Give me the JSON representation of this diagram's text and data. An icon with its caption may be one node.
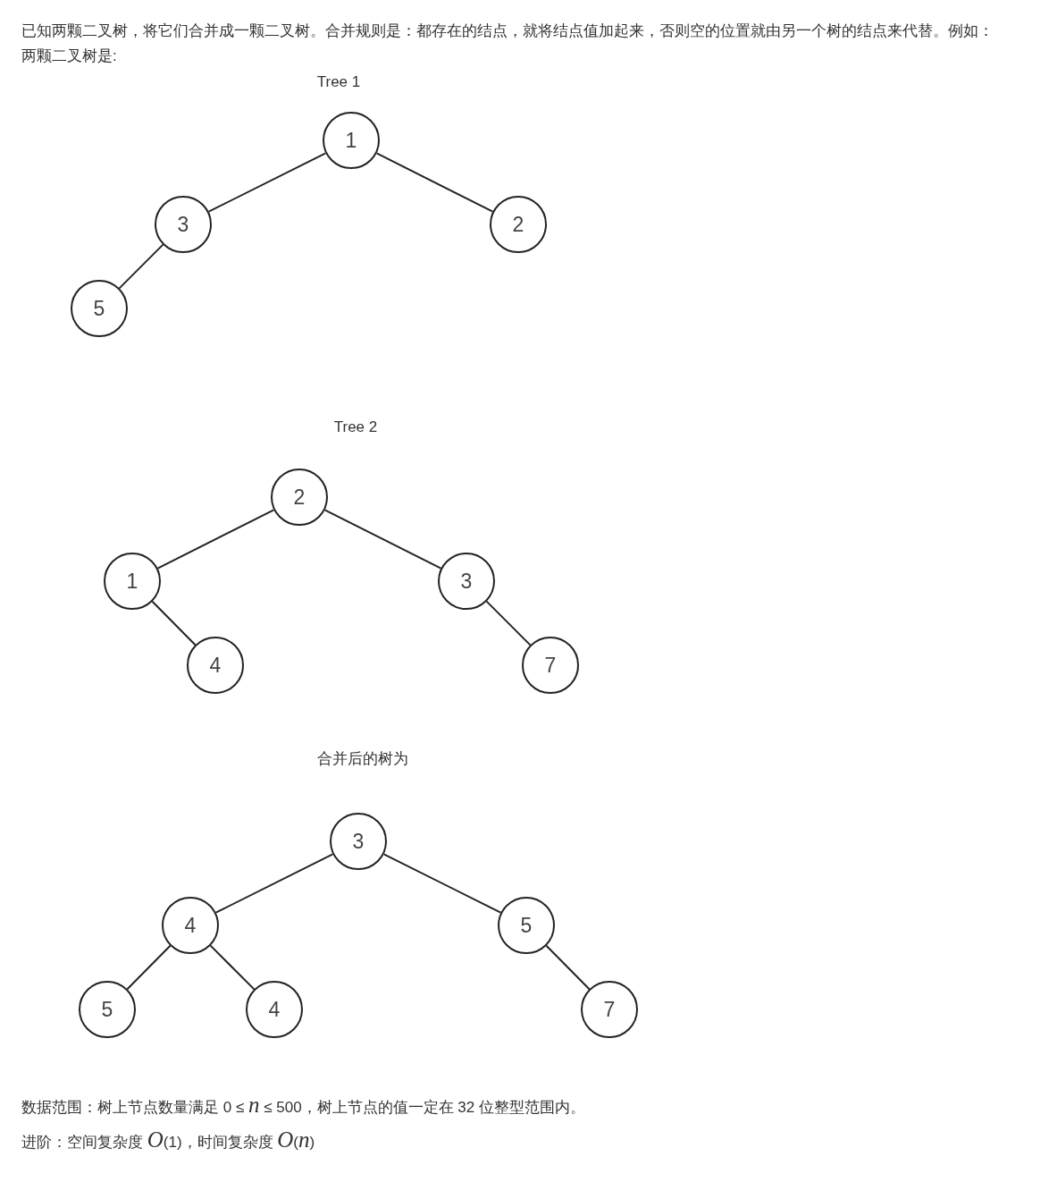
{
  "diagram": {
    "nodes": [
      {
        "text": [
          "1"
        ]
      },
      {
        "text": [
          "3"
        ]
      },
      {
        "text": [
          "2"
        ]
      },
      {
        "text": [
          "5"
        ]
      },
      {
        "text": [
          "2"
        ]
      },
      {
        "text": [
          "1"
        ]
      },
      {
        "text": [
          "3"
        ]
      },
      {
        "text": [
          "4"
        ]
      },
      {
        "text": [
          "7"
        ]
      },
      {
        "text": [
          "3"
        ]
      },
      {
        "text": [
          "4"
        ]
      },
      {
        "text": [
          "5"
        ]
      },
      {
        "text": [
          "5"
        ]
      },
      {
        "text": [
          "4"
        ]
      },
      {
        "text": [
          "7"
        ]
      }
    ],
    "edges": [
      {
        "from": 0,
        "to": 1,
        "arrow": "none"
      },
      {
        "from": 0,
        "to": 2,
        "arrow": "none"
      },
      {
        "from": 1,
        "to": 3,
        "arrow": "none"
      },
      {
        "from": 4,
        "to": 5,
        "arrow": "none"
      },
      {
        "from": 4,
        "to": 6,
        "arrow": "none"
      },
      {
        "from": 5,
        "to": 7,
        "arrow": "none"
      },
      {
        "from": 6,
        "to": 8,
        "arrow": "none"
      },
      {
        "from": 9,
        "to": 10,
        "arrow": "none"
      },
      {
        "from": 9,
        "to": 11,
        "arrow": "none"
      },
      {
        "from": 10,
        "to": 12,
        "arrow": "none"
      },
      {
        "from": 10,
        "to": 13,
        "arrow": "none"
      },
      {
        "from": 11,
        "to": 14,
        "arrow": "none"
      }
    ],
    "labels": [
      "已知两颗二叉树，将它们合并成一颗二叉树。合并规则是：都存在的结点，就将结点值加起来，否则空的位置就由另一个树的结点来代替。例如：两颗二叉树是:",
      "Tree 1",
      "Tree 2",
      "合并后的树为",
      "数据范围：树上节点数量满足 0 ≤ *n* ≤ 500，树上节点的值一定在 32 位整型范围内。",
      "进阶：空间复杂度 *O*(1)，时间复杂度 *O*(*n*)"
    ]
  }
}
